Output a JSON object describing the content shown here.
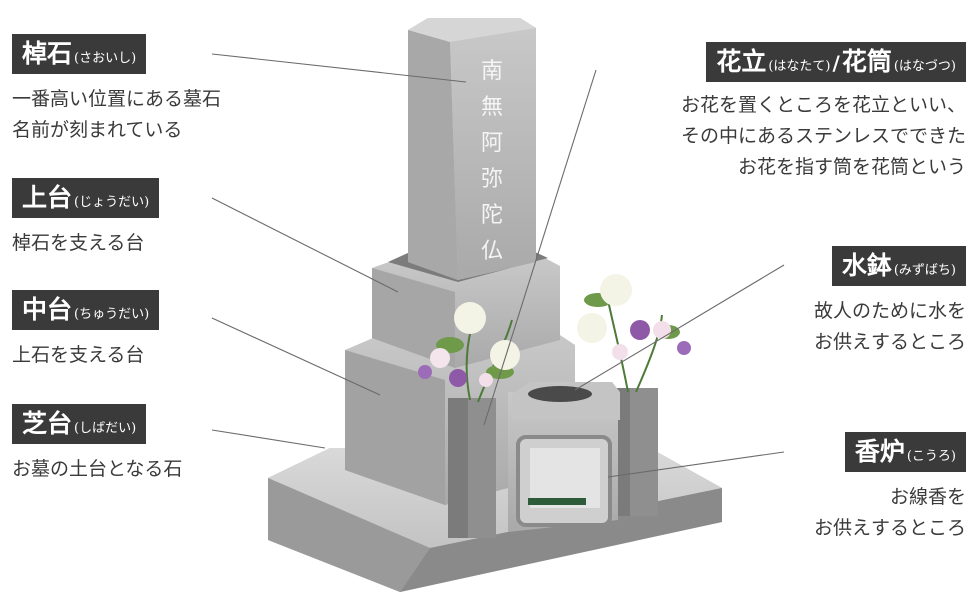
{
  "labels": {
    "saoishi": {
      "term": "棹石",
      "reading": "(さおいし)",
      "desc": [
        "一番高い位置にある墓石",
        "名前が刻まれている"
      ]
    },
    "joudai": {
      "term": "上台",
      "reading": "(じょうだい)",
      "desc": [
        "棹石を支える台"
      ]
    },
    "nakadai": {
      "term": "中台",
      "reading": "(ちゅうだい)",
      "desc": [
        "上石を支える台"
      ]
    },
    "shibadai": {
      "term": "芝台",
      "reading": "(しばだい)",
      "desc": [
        "お墓の土台となる石"
      ]
    },
    "hanatate": {
      "term1": "花立",
      "reading1": "(はなたて)",
      "sep": "/",
      "term2": "花筒",
      "reading2": "(はなづつ)",
      "desc": [
        "お花を置くところを花立といい、",
        "その中にあるステンレスでできた",
        "お花を指す筒を花筒という"
      ]
    },
    "mizubachi": {
      "term": "水鉢",
      "reading": "(みずばち)",
      "desc": [
        "故人のために水を",
        "お供えするところ"
      ]
    },
    "kouro": {
      "term": "香炉",
      "reading": "(こうろ)",
      "desc": [
        "お線香を",
        "お供えするところ"
      ]
    }
  },
  "inscription": [
    "南",
    "無",
    "阿",
    "弥",
    "陀",
    "仏"
  ],
  "colors": {
    "label_bg": "#3a3a3a",
    "stone_light": "#b9b9b9",
    "stone_mid": "#9c9c9c",
    "stone_dark": "#7e7e7e"
  }
}
